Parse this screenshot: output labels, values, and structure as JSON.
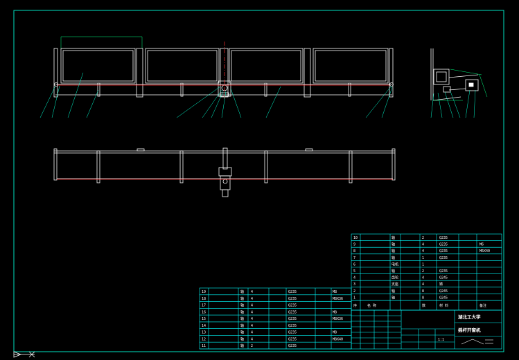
{
  "title_block": {
    "school": "湖北工大学",
    "drawing_title": "摇杆开窗机",
    "scale": "1:1"
  },
  "upper_bom": {
    "header": [
      "序",
      "名 称",
      "",
      "数",
      "材 料",
      "",
      "备注"
    ],
    "rows": [
      {
        "no": "10",
        "name": "轴",
        "qty": "2",
        "mat": "Q235",
        "note": ""
      },
      {
        "no": "9",
        "name": "轴",
        "qty": "4",
        "mat": "Q235",
        "note": "M6"
      },
      {
        "no": "8",
        "name": "轴",
        "qty": "4",
        "mat": "Q235",
        "note": "M6X40"
      },
      {
        "no": "7",
        "name": "轴",
        "qty": "1",
        "mat": "Q235",
        "note": ""
      },
      {
        "no": "6",
        "name": "电机",
        "qty": "1",
        "mat": "",
        "note": ""
      },
      {
        "no": "5",
        "name": "轴",
        "qty": "2",
        "mat": "Q235",
        "note": ""
      },
      {
        "no": "4",
        "name": "齿轮",
        "qty": "4",
        "mat": "Q245",
        "note": ""
      },
      {
        "no": "3",
        "name": "支座",
        "qty": "4",
        "mat": "铸",
        "note": ""
      },
      {
        "no": "2",
        "name": "轴",
        "qty": "8",
        "mat": "Q245",
        "note": ""
      },
      {
        "no": "1",
        "name": "轴",
        "qty": "8",
        "mat": "Q245",
        "note": ""
      }
    ]
  },
  "lower_bom": {
    "rows": [
      {
        "no": "19",
        "name": "轴",
        "qty": "4",
        "mat": "Q235",
        "note": "M8"
      },
      {
        "no": "18",
        "name": "轴",
        "qty": "4",
        "mat": "Q235",
        "note": "M8X36"
      },
      {
        "no": "17",
        "name": "轴",
        "qty": "4",
        "mat": "Q235",
        "note": ""
      },
      {
        "no": "16",
        "name": "轴",
        "qty": "4",
        "mat": "Q235",
        "note": "M8"
      },
      {
        "no": "15",
        "name": "轴",
        "qty": "4",
        "mat": "Q235",
        "note": "M8X36"
      },
      {
        "no": "14",
        "name": "轴",
        "qty": "4",
        "mat": "Q235",
        "note": ""
      },
      {
        "no": "13",
        "name": "轴",
        "qty": "4",
        "mat": "Q235",
        "note": "M8"
      },
      {
        "no": "12",
        "name": "轴",
        "qty": "4",
        "mat": "Q235",
        "note": "M8X40"
      },
      {
        "no": "11",
        "name": "轴",
        "qty": "2",
        "mat": "Q235",
        "note": ""
      }
    ]
  },
  "colors": {
    "border": "#00e0c0",
    "lines": "#ffffff",
    "table": "#00ffff",
    "leader": "#00ffd0",
    "center": "#ff3030"
  }
}
